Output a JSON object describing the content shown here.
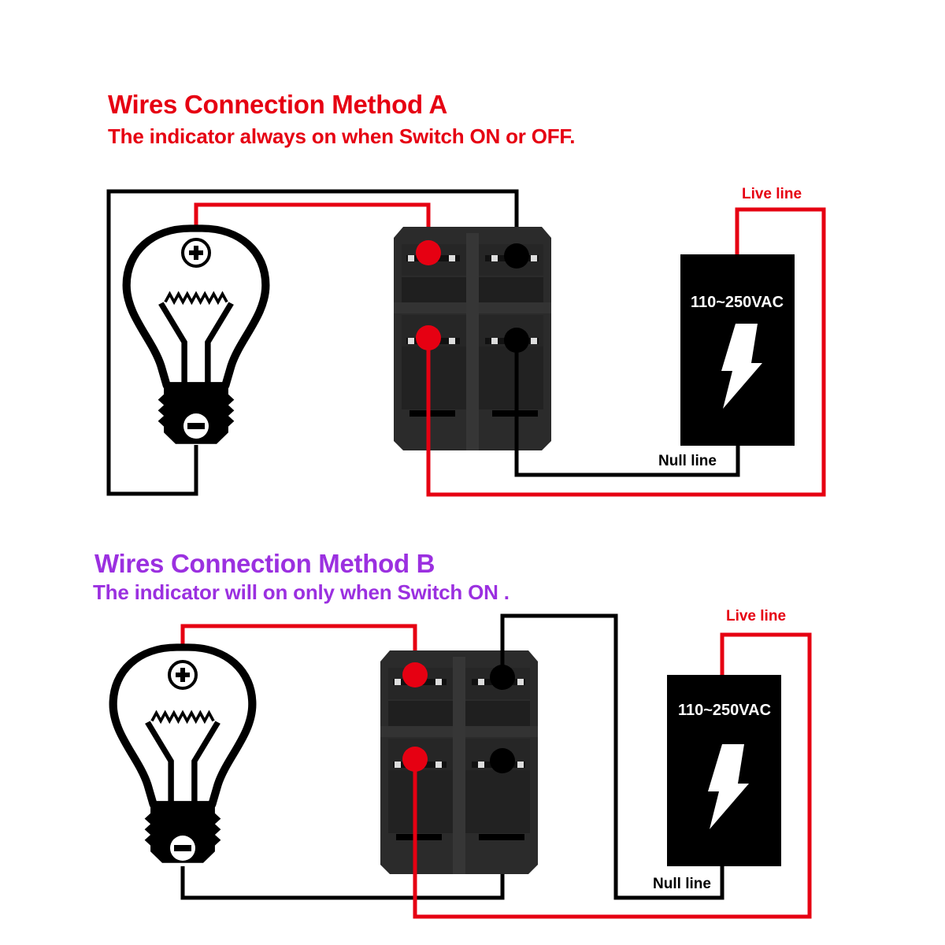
{
  "colors": {
    "live_wire": "#e60012",
    "null_wire": "#000000",
    "method_a_accent": "#e60012",
    "method_b_accent": "#9b30e0",
    "switch_body": "#2b2b2b",
    "power_box": "#000000"
  },
  "method_a": {
    "title": "Wires Connection Method A",
    "subtitle": "The indicator always on when Switch ON or OFF.",
    "live_label": "Live line",
    "null_label": "Null line",
    "voltage_label": "110~250VAC",
    "bulb_positive_symbol": "+",
    "bulb_negative_symbol": "−"
  },
  "method_b": {
    "title": "Wires Connection Method B",
    "subtitle": "The indicator will on only when Switch ON .",
    "live_label": "Live line",
    "null_label": "Null line",
    "voltage_label": "110~250VAC",
    "bulb_positive_symbol": "+",
    "bulb_negative_symbol": "−"
  }
}
